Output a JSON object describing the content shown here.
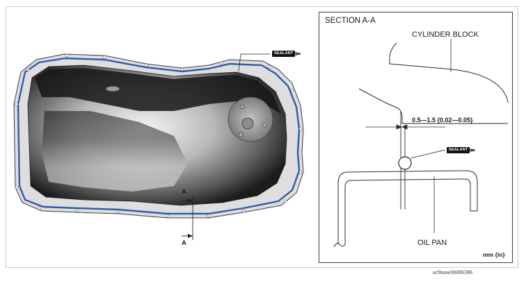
{
  "figure": {
    "section_title": "SECTION A-A",
    "label_cylinder_block": "CYLINDER BLOCK",
    "label_oil_pan": "OIL PAN",
    "gap_dimension": "0.5—1.5 {0.02—0.05}",
    "units": "mm {in}",
    "section_mark_top": "A",
    "section_mark_bottom": "A",
    "sealant_tag_left": "SEALANT",
    "sealant_tag_right": "SEALANT",
    "figure_code": "ac9uuw00006396"
  },
  "colors": {
    "sealant_bead": "#2f5da8",
    "outline": "#333333",
    "flange": "#d6d6d6"
  }
}
